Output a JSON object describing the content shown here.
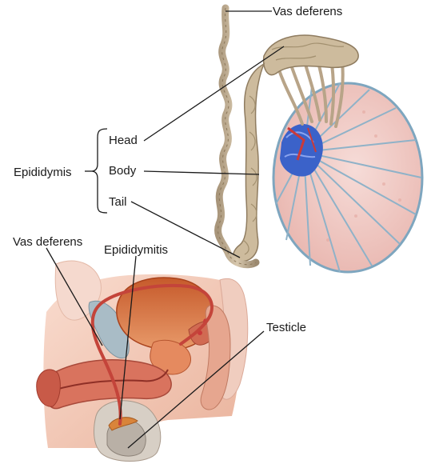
{
  "labels": {
    "vas_deferens_top": "Vas deferens",
    "epididymis": "Epididymis",
    "head": "Head",
    "body": "Body",
    "tail": "Tail",
    "vas_deferens_bottom": "Vas deferens",
    "epididymitis": "Epididymitis",
    "testicle": "Testicle"
  },
  "colors": {
    "epididymis_tan": "#c9b69a",
    "testis_pink": "#f1c9c4",
    "septa_blue": "#8fb2c8",
    "rete_blue": "#3b62c9",
    "vessel_red": "#c93a3a",
    "pelvis_flesh": "#f2c7b5",
    "bladder": "#d96a3a",
    "penis_red": "#c9503f",
    "leader_line": "#1a1a1a"
  }
}
